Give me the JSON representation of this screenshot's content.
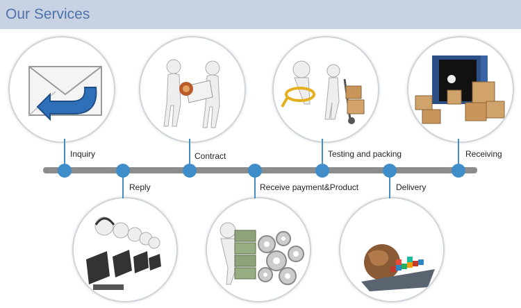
{
  "header": {
    "title": "Our Services"
  },
  "steps": {
    "inquiry": "Inquiry",
    "reply": "Reply",
    "contract": "Contract",
    "receive_payment": "Receive payment&Product",
    "testing_packing": "Testing and packing",
    "delivery": "Delivery",
    "receiving": "Receiving"
  },
  "colors": {
    "header_bg": "#c9d2e3",
    "title": "#4d73a9",
    "accent": "#3f8dc9",
    "timeline": "#8c8c8c"
  }
}
